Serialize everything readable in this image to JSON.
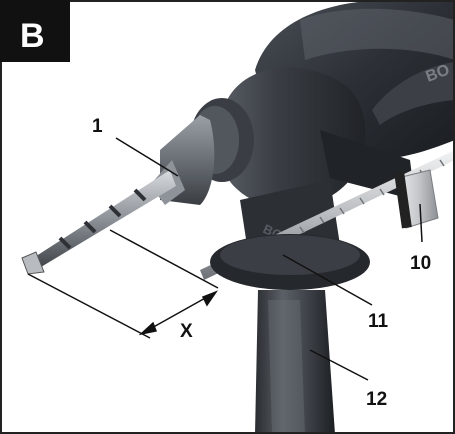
{
  "figure": {
    "badge": "B",
    "callouts": {
      "c1": "1",
      "c10": "10",
      "c11": "11",
      "c12": "12"
    },
    "dimension_label": "X",
    "brand_marks": {
      "housing": "BO",
      "clamp": "BOSCH"
    }
  }
}
